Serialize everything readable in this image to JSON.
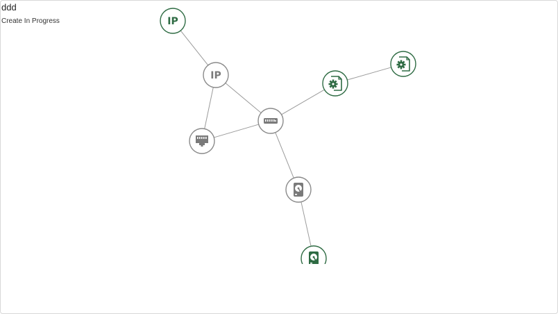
{
  "header": {
    "title": "ddd",
    "status": "Create In Progress"
  },
  "colors": {
    "active": "#2e6b43",
    "inactive": "#7a7a7a",
    "edge": "#9a9a9a"
  },
  "nodes": [
    {
      "id": "ip-public",
      "icon": "ip-icon",
      "label": "IP",
      "state": "active"
    },
    {
      "id": "ip-private",
      "icon": "ip-icon",
      "label": "IP",
      "state": "inactive"
    },
    {
      "id": "router",
      "icon": "router-icon",
      "state": "inactive"
    },
    {
      "id": "network-port",
      "icon": "ethernet-port-icon",
      "state": "inactive"
    },
    {
      "id": "config-node",
      "icon": "config-file-icon",
      "state": "active"
    },
    {
      "id": "config-file",
      "icon": "config-file-icon",
      "state": "active"
    },
    {
      "id": "disk",
      "icon": "hard-disk-icon",
      "state": "inactive"
    },
    {
      "id": "disk-active",
      "icon": "hard-disk-icon",
      "state": "active"
    }
  ],
  "edges": [
    [
      "ip-public",
      "ip-private"
    ],
    [
      "ip-private",
      "router"
    ],
    [
      "ip-private",
      "network-port"
    ],
    [
      "network-port",
      "router"
    ],
    [
      "router",
      "config-node"
    ],
    [
      "config-node",
      "config-file"
    ],
    [
      "router",
      "disk"
    ],
    [
      "disk",
      "disk-active"
    ]
  ]
}
